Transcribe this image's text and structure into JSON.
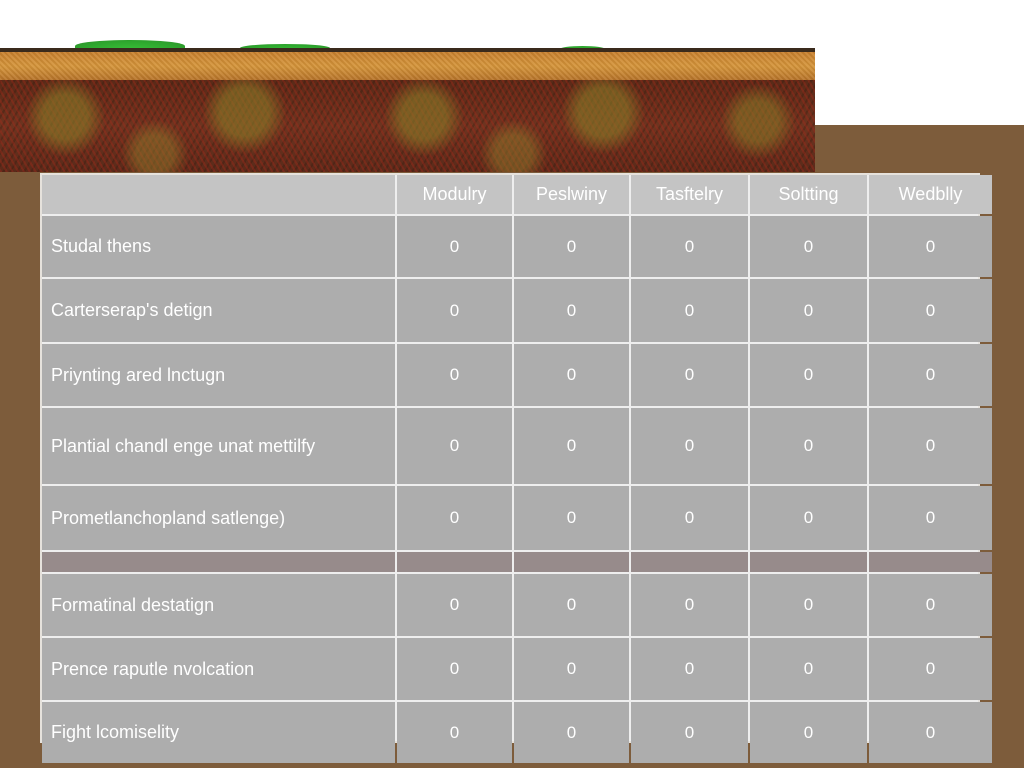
{
  "illustration": {
    "subject": "soil-profile",
    "colors": {
      "grass": "#3bc43a",
      "topsoil": "#d5953a",
      "subsoil": "#6e3420",
      "background": "#7d5c3b"
    }
  },
  "table": {
    "columns": [
      "Modulry",
      "Peslwiny",
      "Tasftelry",
      "Soltting",
      "Wedblly"
    ],
    "rows": [
      {
        "label": "Studal thens",
        "values": [
          "0",
          "0",
          "0",
          "0",
          "0"
        ]
      },
      {
        "label": "Carterserap's detign",
        "values": [
          "0",
          "0",
          "0",
          "0",
          "0"
        ]
      },
      {
        "label": "Priynting ared lnctugn",
        "values": [
          "0",
          "0",
          "0",
          "0",
          "0"
        ]
      },
      {
        "label": "Plantial chandl enge unat mettilfy",
        "values": [
          "0",
          "0",
          "0",
          "0",
          "0"
        ]
      },
      {
        "label": "Prometlanchopland satlenge)",
        "values": [
          "0",
          "0",
          "0",
          "0",
          "0"
        ]
      },
      {
        "label": "",
        "values": [
          "",
          "",
          "",
          "",
          ""
        ],
        "band": true
      },
      {
        "label": "Formatinal destatign",
        "values": [
          "0",
          "0",
          "0",
          "0",
          "0"
        ]
      },
      {
        "label": "Prence raputle nvolcation",
        "values": [
          "0",
          "0",
          "0",
          "0",
          "0"
        ]
      },
      {
        "label": "Fight lcomiselity",
        "values": [
          "0",
          "0",
          "0",
          "0",
          "0"
        ]
      }
    ],
    "colors": {
      "cell": "#adadad",
      "header": "#c4c4c4",
      "band": "#978b8b",
      "grid_lines": "#eeeeee",
      "text": "#ffffff"
    }
  }
}
